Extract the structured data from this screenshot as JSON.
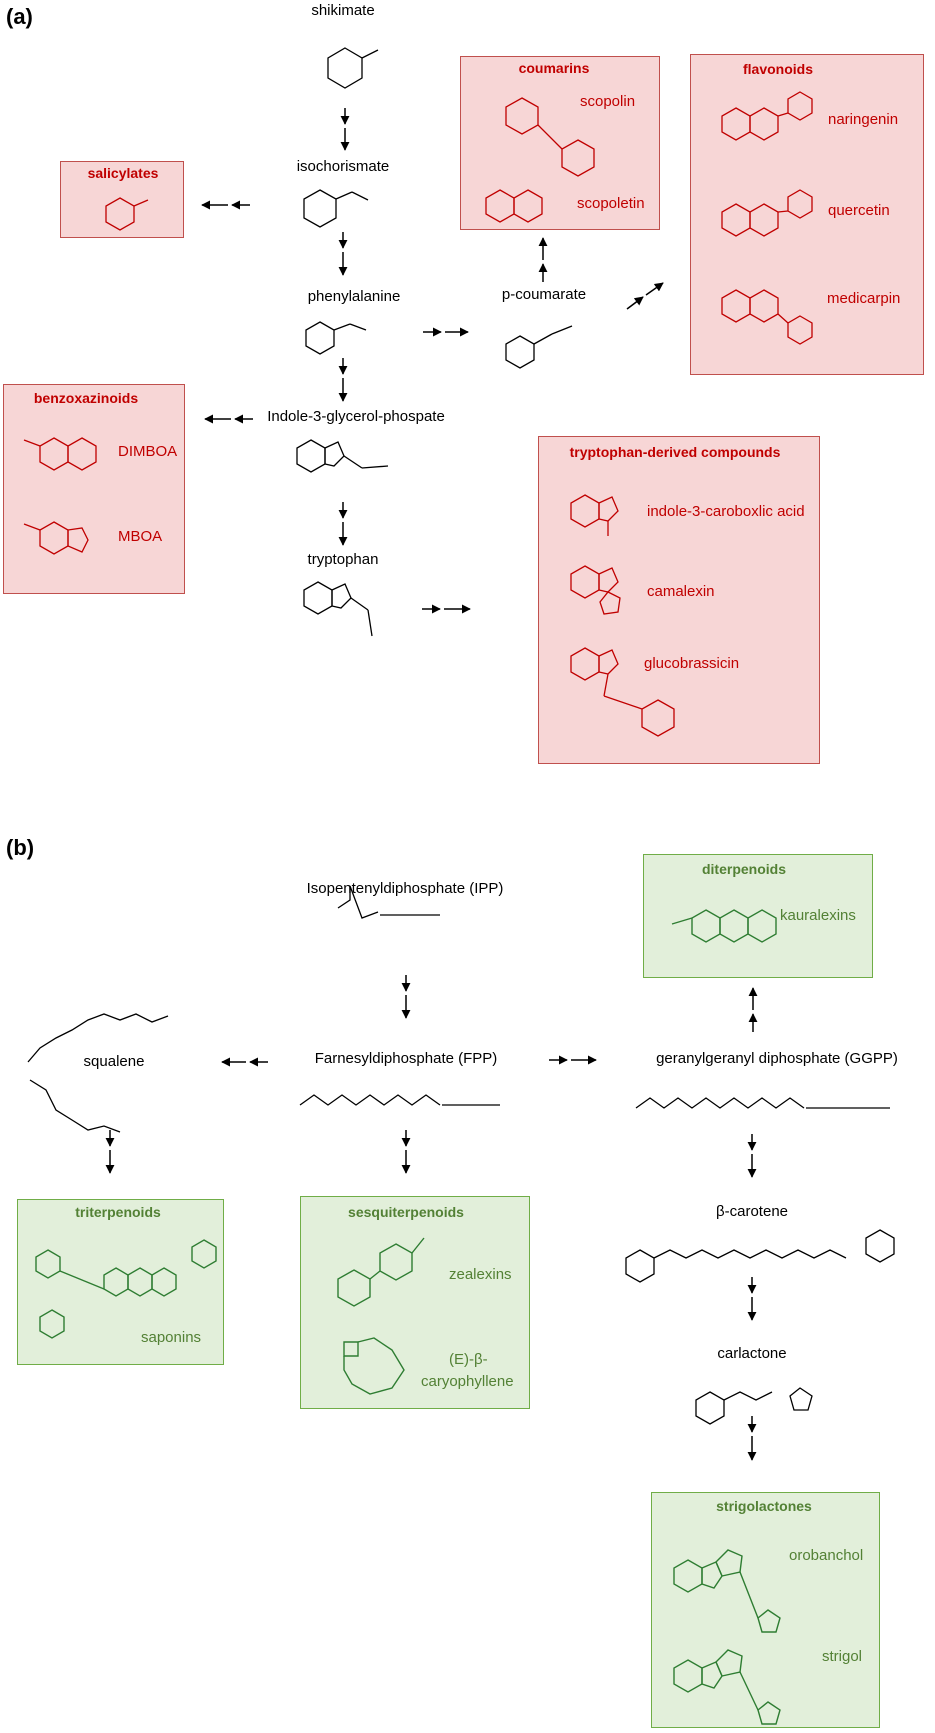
{
  "panel_a": {
    "label": "(a)",
    "nodes": {
      "shikimate": "shikimate",
      "isochorismate": "isochorismate",
      "phenylalanine": "phenylalanine",
      "p_coumarate": "p-coumarate",
      "igp": "Indole-3-glycerol-phospate",
      "tryptophan": "tryptophan"
    },
    "boxes": {
      "salicylates": {
        "title": "salicylates"
      },
      "coumarins": {
        "title": "coumarins",
        "compounds": [
          "scopolin",
          "scopoletin"
        ]
      },
      "flavonoids": {
        "title": "flavonoids",
        "compounds": [
          "naringenin",
          "quercetin",
          "medicarpin"
        ]
      },
      "benzoxazinoids": {
        "title": "benzoxazinoids",
        "compounds": [
          "DIMBOA",
          "MBOA"
        ]
      },
      "tryptophan_derived": {
        "title": "tryptophan-derived compounds",
        "compounds": [
          "indole-3-caroboxlic acid",
          "camalexin",
          "glucobrassicin"
        ]
      }
    }
  },
  "panel_b": {
    "label": "(b)",
    "nodes": {
      "ipp": "Isopentenyldiphosphate (IPP)",
      "fpp": "Farnesyldiphosphate (FPP)",
      "squalene": "squalene",
      "ggpp": "geranylgeranyl diphosphate (GGPP)",
      "beta_carotene": "β-carotene",
      "carlactone": "carlactone"
    },
    "boxes": {
      "diterpenoids": {
        "title": "diterpenoids",
        "compounds": [
          "kauralexins"
        ]
      },
      "triterpenoids": {
        "title": "triterpenoids",
        "compounds": [
          "saponins"
        ]
      },
      "sesquiterpenoids": {
        "title": "sesquiterpenoids",
        "compounds": [
          "zealexins",
          "(E)-β-",
          "caryophyllene"
        ]
      },
      "strigolactones": {
        "title": "strigolactones",
        "compounds": [
          "orobanchol",
          "strigol"
        ]
      }
    }
  },
  "colors": {
    "red_box_fill": "#f7d6d6",
    "red_box_border": "#c0504d",
    "red_text": "#c00000",
    "green_box_fill": "#e2efda",
    "green_box_border": "#70ad47",
    "green_text": "#538135"
  }
}
